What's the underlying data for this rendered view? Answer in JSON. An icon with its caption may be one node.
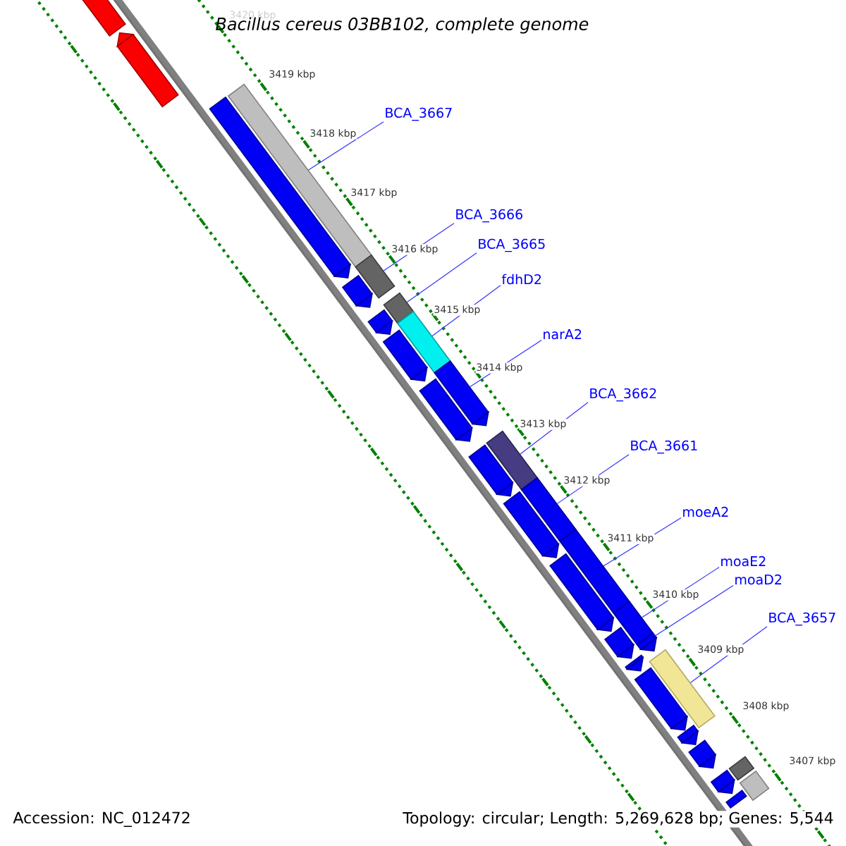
{
  "diagram": {
    "title": "Bacillus cereus 03BB102, complete genome",
    "nodes": [
      {
        "text": [
          "BCA_3667"
        ]
      },
      {
        "text": [
          "BCA_3666"
        ]
      },
      {
        "text": [
          "BCA_3665"
        ]
      },
      {
        "text": [
          "fdhD2"
        ]
      },
      {
        "text": [
          "narA2"
        ]
      },
      {
        "text": [
          "BCA_3662"
        ]
      },
      {
        "text": [
          "BCA_3661"
        ]
      },
      {
        "text": [
          "moeA2"
        ]
      },
      {
        "text": [
          "moaE2"
        ]
      },
      {
        "text": [
          "moaD2"
        ]
      },
      {
        "text": [
          "BCA_3657"
        ]
      },
      {
        "text": [],
        "shape": "bar"
      },
      {
        "text": [],
        "shape": "bar"
      },
      {
        "text": [],
        "shape": "bar"
      },
      {
        "text": [],
        "shape": "bar"
      },
      {
        "text": [],
        "shape": "arrow"
      },
      {
        "text": [],
        "shape": "bar"
      },
      {
        "text": [],
        "shape": "bar"
      },
      {
        "text": [],
        "shape": "bar"
      },
      {
        "text": [],
        "shape": "bar"
      },
      {
        "text": [],
        "shape": "arrow"
      },
      {
        "text": [],
        "shape": "bar"
      },
      {
        "text": [],
        "shape": "arrow"
      },
      {
        "text": [],
        "shape": "arrow"
      },
      {
        "text": [],
        "shape": "bar"
      },
      {
        "text": [],
        "shape": "bar"
      },
      {
        "text": [],
        "shape": "arrow"
      },
      {
        "text": [],
        "shape": "arrow"
      },
      {
        "text": [],
        "shape": "arrow"
      },
      {
        "text": [],
        "shape": "arrow"
      },
      {
        "text": [],
        "shape": "arrow"
      },
      {
        "text": [],
        "shape": "arrow"
      },
      {
        "text": [],
        "shape": "arrow"
      },
      {
        "text": [],
        "shape": "arrow"
      },
      {
        "text": [],
        "shape": "arrow"
      },
      {
        "text": [],
        "shape": "arrow"
      },
      {
        "text": [],
        "shape": "arrow"
      },
      {
        "text": [],
        "shape": "arrow"
      },
      {
        "text": [],
        "shape": "arrow"
      },
      {
        "text": [],
        "shape": "arrow"
      },
      {
        "text": [],
        "shape": "bar"
      }
    ],
    "edges": [
      {
        "from": 0,
        "to": 11,
        "arrow": "none"
      },
      {
        "from": 1,
        "to": 12,
        "arrow": "none"
      },
      {
        "from": 2,
        "to": 13,
        "arrow": "none"
      },
      {
        "from": 3,
        "to": 14,
        "arrow": "none"
      },
      {
        "from": 4,
        "to": 15,
        "arrow": "none"
      },
      {
        "from": 5,
        "to": 16,
        "arrow": "none"
      },
      {
        "from": 6,
        "to": 17,
        "arrow": "none"
      },
      {
        "from": 7,
        "to": 18,
        "arrow": "none"
      },
      {
        "from": 8,
        "to": 19,
        "arrow": "none"
      },
      {
        "from": 9,
        "to": 20,
        "arrow": "none"
      },
      {
        "from": 10,
        "to": 21,
        "arrow": "none"
      }
    ],
    "labels": [
      "3420 kbp",
      "3419 kbp",
      "3418 kbp",
      "3417 kbp",
      "3416 kbp",
      "3415 kbp",
      "3414 kbp",
      "3413 kbp",
      "3412 kbp",
      "3411 kbp",
      "3410 kbp",
      "3409 kbp",
      "3408 kbp",
      "3407 kbp",
      "Accession: NC_012472",
      "Topology: circular; Length: 5,269,628 bp; Genes: 5,544"
    ]
  }
}
